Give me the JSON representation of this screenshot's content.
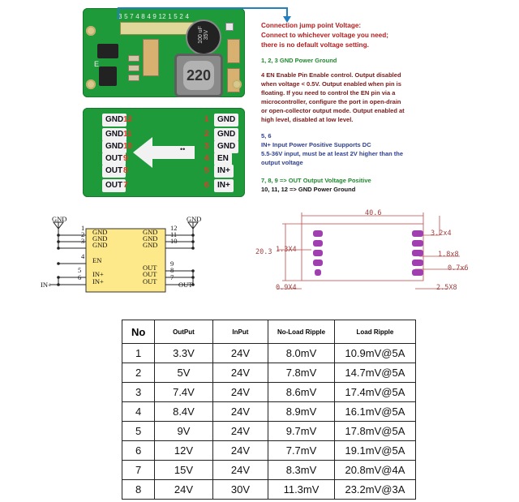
{
  "board_top": {
    "pin_numbers": "3 5 7 4 8 4 9 12 1 5 2 4",
    "capacitor_text": "100 uF 35V",
    "inductor_label": "220",
    "side_letter": "E"
  },
  "board_bottom": {
    "left_pads": [
      {
        "label": "GND",
        "pin": "12"
      },
      {
        "label": "GND",
        "pin": "11"
      },
      {
        "label": "GND",
        "pin": "10"
      },
      {
        "label": "OUT",
        "pin": "9"
      },
      {
        "label": "OUT",
        "pin": "8"
      },
      {
        "label": "OUT",
        "pin": "7"
      }
    ],
    "right_pads": [
      {
        "label": "GND",
        "pin": "1"
      },
      {
        "label": "GND",
        "pin": "2"
      },
      {
        "label": "GND",
        "pin": "3"
      },
      {
        "label": "EN",
        "pin": "4"
      },
      {
        "label": "IN+",
        "pin": "5"
      },
      {
        "label": "IN+",
        "pin": "6"
      }
    ]
  },
  "description": {
    "jump_title": "Connection jump point Voltage:",
    "jump_line2": "Connect to whichever voltage you need;",
    "jump_line3": "there is no default voltage setting.",
    "gnd_note": "1, 2, 3 GND Power Ground",
    "en_lines": [
      "4 EN Enable Pin Enable control. Output disabled",
      "when voltage < 0.5V. Output enabled when pin is",
      "floating. If you need to control the EN pin via a",
      "microcontroller, configure the port in open-drain",
      "or open-collector output mode. Output enabled at",
      "high level, disabled at low level."
    ],
    "in_pins": "5, 6",
    "in_title": "IN+ Input Power Positive Supports DC",
    "in_lines": [
      "5.5-36V input, must be at least 2V higher than the",
      "output voltage"
    ],
    "out_note": "7, 8, 9 => OUT Output Voltage Positive",
    "gnd2_note": "10, 11, 12 => GND Power Ground"
  },
  "schematic": {
    "gnd_left": "GND",
    "gnd_right": "GND",
    "left_pins": [
      {
        "num": "1",
        "label": "GND"
      },
      {
        "num": "2",
        "label": "GND"
      },
      {
        "num": "3",
        "label": "GND"
      },
      {
        "num": "4",
        "label": "EN"
      },
      {
        "num": "5",
        "label": "IN+"
      },
      {
        "num": "6",
        "label": "IN+"
      }
    ],
    "right_pins": [
      {
        "num": "12",
        "label": "GND"
      },
      {
        "num": "11",
        "label": "GND"
      },
      {
        "num": "10",
        "label": "GND"
      },
      {
        "num": "9",
        "label": "OUT"
      },
      {
        "num": "8",
        "label": "OUT"
      },
      {
        "num": "7",
        "label": "OUT"
      }
    ],
    "in_label": "IN+",
    "out_label": "OUT"
  },
  "dimensions": {
    "width": "40.6",
    "height": "20.3",
    "pad_left": "1.3X4",
    "pad_gap": "0.9X4",
    "right_top": "3.2x4",
    "right_mid": "1.8x8",
    "right_low": "0.7x6",
    "right_bottom": "2.5X8"
  },
  "table": {
    "headers": [
      "No",
      "OutPut",
      "InPut",
      "No-Load Ripple",
      "Load Ripple"
    ],
    "rows": [
      [
        "1",
        "3.3V",
        "24V",
        "8.0mV",
        "10.9mV@5A"
      ],
      [
        "2",
        "5V",
        "24V",
        "7.8mV",
        "14.7mV@5A"
      ],
      [
        "3",
        "7.4V",
        "24V",
        "8.6mV",
        "17.4mV@5A"
      ],
      [
        "4",
        "8.4V",
        "24V",
        "8.9mV",
        "16.1mV@5A"
      ],
      [
        "5",
        "9V",
        "24V",
        "9.7mV",
        "17.8mV@5A"
      ],
      [
        "6",
        "12V",
        "24V",
        "7.7mV",
        "19.1mV@5A"
      ],
      [
        "7",
        "15V",
        "24V",
        "8.3mV",
        "20.8mV@4A"
      ],
      [
        "8",
        "24V",
        "30V",
        "11.3mV",
        "23.2mV@3A"
      ]
    ]
  },
  "colors": {
    "pcb": "#1f9a3a",
    "pad": "#f2f2f2",
    "dim_pad": "#a040b0",
    "jump_red": "#b02020"
  }
}
